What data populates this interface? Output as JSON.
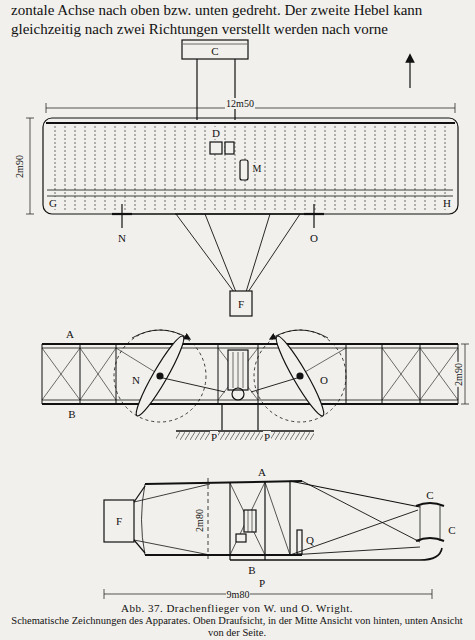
{
  "diagram": {
    "caption": "Abb. 37. Drachenflieger von W. und O. Wright.",
    "labels": [
      "zontale Achse nach oben bzw. unten gedreht. Der zweite Hebel kann",
      "gleichzeitig nach zwei Richtungen verstellt werden nach vorne",
      "C",
      "12m50",
      "2m90",
      "D",
      "M",
      "G",
      "H",
      "N",
      "O",
      "F",
      "A",
      "N",
      "O",
      "B",
      "2m90",
      "P",
      "P",
      "F",
      "A",
      "2m80",
      "Q",
      "C",
      "C",
      "B",
      "P",
      "9m80",
      "Schematische Zeichnungen des Apparates. Oben Draufsicht, in der Mitte Ansicht von hinten, unten Ansicht von der Seite."
    ]
  }
}
